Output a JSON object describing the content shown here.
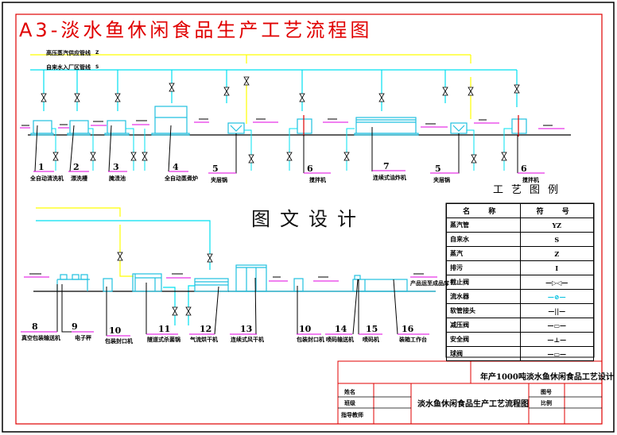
{
  "drawing": {
    "title": "A3-淡水鱼休闲食品生产工艺流程图",
    "watermark": "图文设计",
    "pipe_legend": [
      {
        "label": "高压蒸汽供应管线",
        "code": "Z"
      },
      {
        "label": "自来水入厂区管线",
        "code": "S"
      }
    ],
    "colors": {
      "frame_red": "#e00000",
      "steam_yellow": "#ffff00",
      "water_cyan": "#00e0f0",
      "equipment_blue": "#20c0e0",
      "label_magenta": "#e000e0",
      "line_black": "#000000"
    },
    "equipment_row1": [
      {
        "num": "1",
        "name": "全自动清洗机"
      },
      {
        "num": "2",
        "name": "漂洗槽"
      },
      {
        "num": "3",
        "name": "腌渍池"
      },
      {
        "num": "4",
        "name": "全自动蒸煮炉"
      },
      {
        "num": "5",
        "name": "夹层锅"
      },
      {
        "num": "6",
        "name": "搅拌机"
      },
      {
        "num": "7",
        "name": "连续式油炸机"
      },
      {
        "num": "5",
        "name": "夹层锅"
      },
      {
        "num": "6",
        "name": "搅拌机"
      }
    ],
    "equipment_row2": [
      {
        "num": "8",
        "name": "真空包装输送机"
      },
      {
        "num": "9",
        "name": "电子秤"
      },
      {
        "num": "10",
        "name": "包装封口机"
      },
      {
        "num": "11",
        "name": "隧道式杀菌锅"
      },
      {
        "num": "12",
        "name": "气流烘干机"
      },
      {
        "num": "13",
        "name": "连续式风干机"
      },
      {
        "num": "10",
        "name": "包装封口机"
      },
      {
        "num": "14",
        "name": "喷码输送机"
      },
      {
        "num": "15",
        "name": "喷码机"
      },
      {
        "num": "16",
        "name": "装箱工作台"
      }
    ],
    "product_label": "产品运至成品库",
    "valve_codes": [
      "S",
      "Z"
    ]
  },
  "legend": {
    "title": "工艺图例",
    "headers": [
      "名 称",
      "符 号"
    ],
    "rows": [
      {
        "name": "蒸汽管",
        "symbol": "YZ"
      },
      {
        "name": "自来水",
        "symbol": "S"
      },
      {
        "name": "蒸汽",
        "symbol": "Z"
      },
      {
        "name": "排污",
        "symbol": "I"
      },
      {
        "name": "截止阀",
        "symbol": "—▷◁—"
      },
      {
        "name": "流水器",
        "symbol": "—⊘—"
      },
      {
        "name": "软管接头",
        "symbol": "—||—"
      },
      {
        "name": "减压阀",
        "symbol": "—▭—"
      },
      {
        "name": "安全阀",
        "symbol": "—⊥—"
      },
      {
        "name": "球阀",
        "symbol": "—▭—"
      }
    ]
  },
  "title_block": {
    "project": "年产1000吨淡水鱼休闲食品工艺设计",
    "drawing_name": "淡水鱼休闲食品生产工艺流程图",
    "left_labels": [
      "姓名",
      "班级",
      "指导教师"
    ],
    "right_labels": [
      "图号",
      "比例"
    ]
  }
}
